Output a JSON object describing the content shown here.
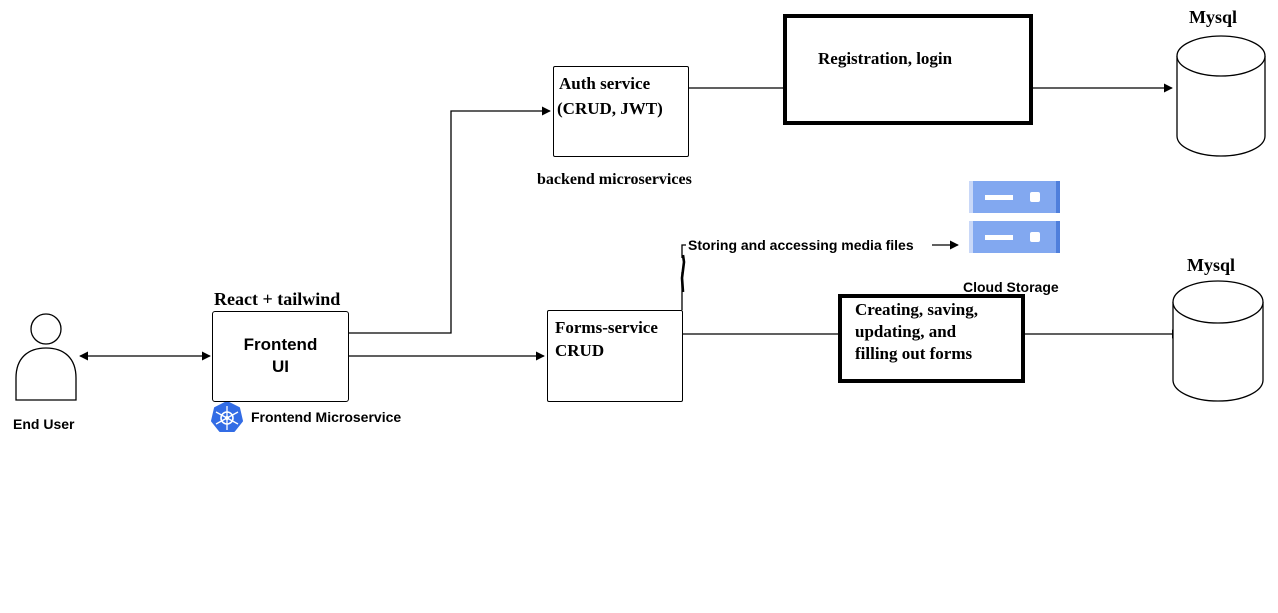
{
  "end_user": {
    "label": "End User"
  },
  "frontend": {
    "top_label": "React + tailwind",
    "box_line1": "Frontend",
    "box_line2": "UI",
    "microservice_label": "Frontend Microservice"
  },
  "auth_service": {
    "line1": "Auth service",
    "line2": "(CRUD, JWT)",
    "caption": "backend microservices"
  },
  "registration": {
    "text": "Registration, login"
  },
  "forms_service": {
    "line1": "Forms-service",
    "line2": "CRUD"
  },
  "forms_actions": {
    "line1": "Creating, saving,",
    "line2": "updating, and",
    "line3": "filling out forms"
  },
  "media": {
    "text": "Storing and accessing media files"
  },
  "cloud_storage": {
    "label": "Cloud Storage"
  },
  "databases": [
    {
      "label": "Mysql"
    },
    {
      "label": "Mysql"
    }
  ],
  "colors": {
    "storage_blue": "#82a8f0",
    "kubernetes_blue": "#326ce5"
  }
}
